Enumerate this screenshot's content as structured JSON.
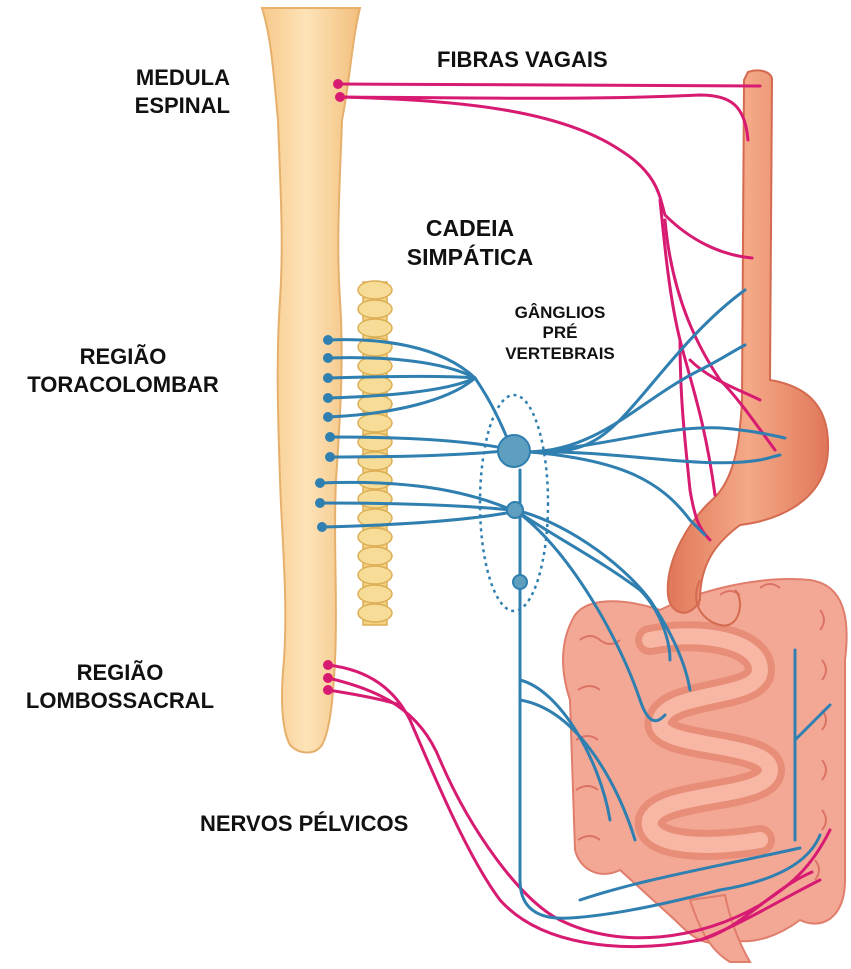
{
  "labels": {
    "medula_espinal": [
      "MEDULA",
      "ESPINAL"
    ],
    "fibras_vagais": "FIBRAS VAGAIS",
    "cadeia_simpatica": [
      "CADEIA",
      "SIMPÁTICA"
    ],
    "ganglios_pre_vertebrais": [
      "GÂNGLIOS",
      "PRÉ",
      "VERTEBRAIS"
    ],
    "regiao_toracolombar": [
      "REGIÃO",
      "TORACOLOMBAR"
    ],
    "regiao_lombossacral": [
      "REGIÃO",
      "LOMBOSSACRAL"
    ],
    "nervos_pelvicos": "NERVOS PÉLVICOS"
  },
  "colors": {
    "spinal_cord": "#fcd9a5",
    "spinal_cord_outline": "#e8b876",
    "sympathetic_chain": "#f3d282",
    "parasympathetic_fibers": "#d81b72",
    "sympathetic_fibers": "#2f7fb0",
    "ganglion": "#5e9fbf",
    "stomach_esophagus": "#ec9474",
    "intestine": "#f2a08e"
  },
  "icons": {
    "spinal_cord": "spinal-cord-shape",
    "chain": "ganglion-chain-shape",
    "organs": "digestive-tract-shape"
  }
}
